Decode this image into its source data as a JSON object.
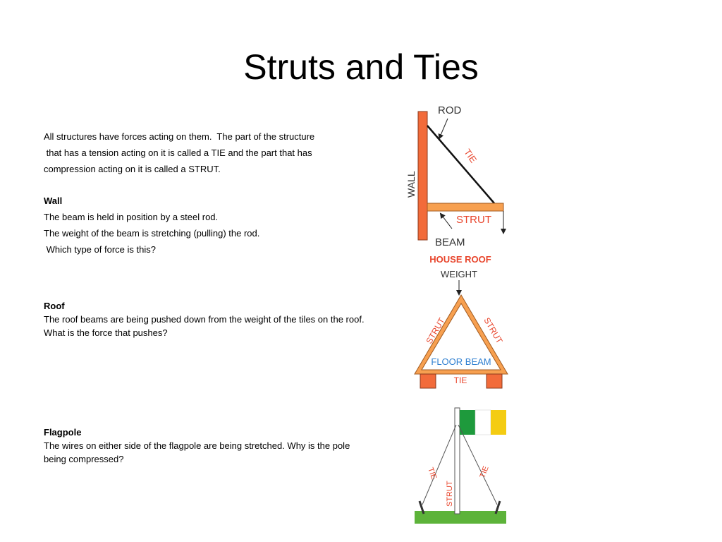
{
  "slide": {
    "title": "Struts and Ties",
    "intro": [
      "All structures have forces acting on them.  The part of the structure",
      " that has a tension acting on it is called a TIE and the part that has",
      "compression acting on it is called a STRUT."
    ],
    "wall": {
      "heading": "Wall",
      "lines": [
        "The beam is held in position by a steel rod.",
        "The weight of the beam is stretching (pulling) the rod.",
        " Which type of force is this?"
      ]
    },
    "roof": {
      "heading": "Roof",
      "text": "The roof beams are being pushed down from the weight of the tiles on the roof.",
      "question": "What is the force that pushes?"
    },
    "flagpole": {
      "heading": "Flagpole",
      "text": "The wires on either side of the flagpole are being stretched. Why is the pole being compressed?"
    }
  },
  "diagrams": {
    "wall": {
      "rod": "ROD",
      "tie": "TIE",
      "wall": "WALL",
      "strut": "STRUT",
      "beam": "BEAM"
    },
    "roof": {
      "title": "HOUSE ROOF",
      "weight": "WEIGHT",
      "strut_left": "STRUT",
      "strut_right": "STRUT",
      "floor_beam": "FLOOR BEAM",
      "tie": "TIE"
    },
    "flag": {
      "tie_left": "TIE",
      "tie_right": "TIE",
      "strut": "STRUT"
    }
  },
  "colors": {
    "wall_orange": "#f26b3a",
    "beam_orange": "#f7a050",
    "tie_red": "#e8452c",
    "floor_blue": "#2f7fd0",
    "flag_green": "#1e9a3c",
    "flag_yellow": "#f4cc12",
    "grass": "#5db33a"
  }
}
